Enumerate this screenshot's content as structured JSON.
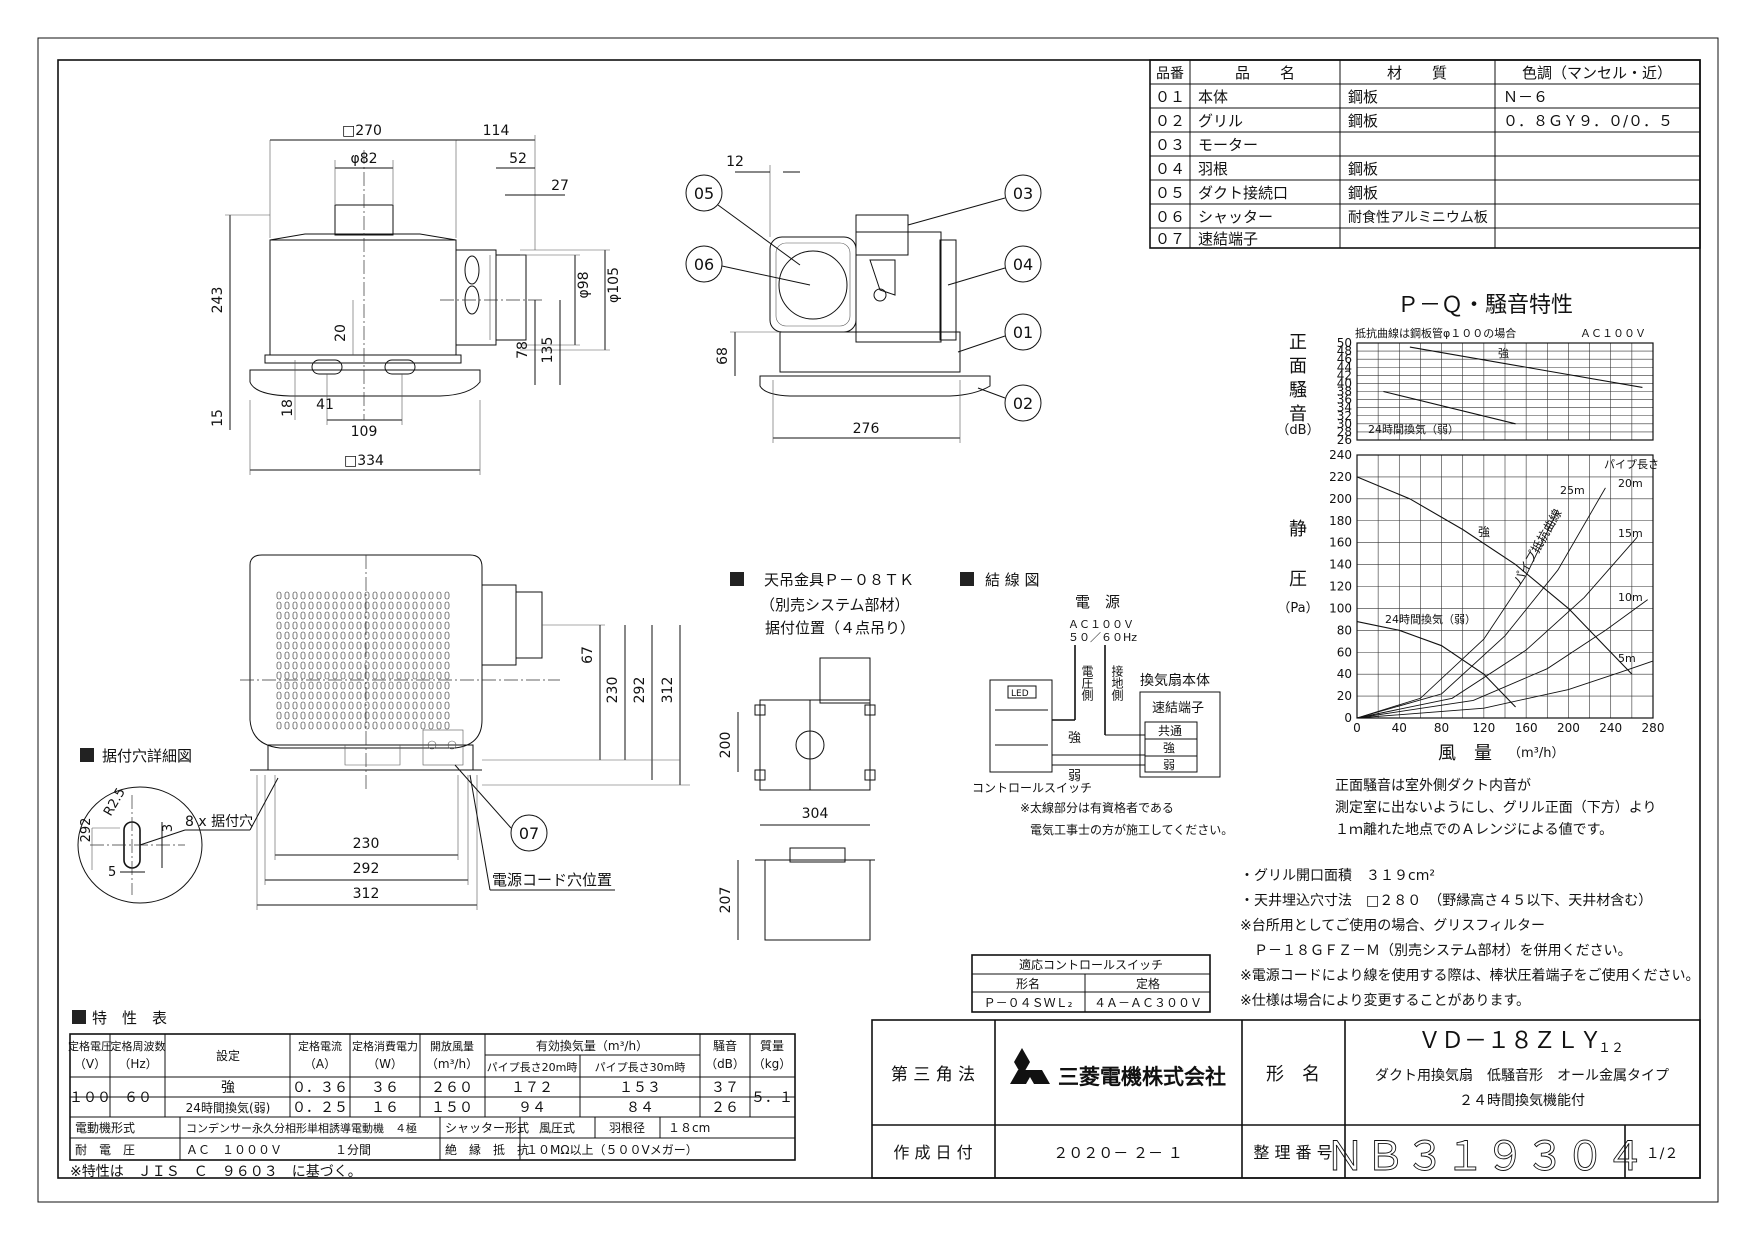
{
  "parts_table": {
    "headers": [
      "品番",
      "品　　名",
      "材　　質",
      "色調（マンセル・近）"
    ],
    "rows": [
      [
        "０１",
        "本体",
        "鋼板",
        "Ｎ－６"
      ],
      [
        "０２",
        "グリル",
        "鋼板",
        "０．８ＧＹ９．０/０．５"
      ],
      [
        "０３",
        "モーター",
        "",
        ""
      ],
      [
        "０４",
        "羽根",
        "鋼板",
        ""
      ],
      [
        "０５",
        "ダクト接続口",
        "鋼板",
        ""
      ],
      [
        "０６",
        "シャッター",
        "耐食性アルミニウム板",
        ""
      ],
      [
        "０７",
        "速結端子",
        "",
        ""
      ]
    ]
  },
  "dims_front": [
    "□270",
    "114",
    "φ82",
    "52",
    "27",
    "243",
    "φ98",
    "φ105",
    "20",
    "78",
    "135",
    "15",
    "18",
    "41",
    "109",
    "□334"
  ],
  "dims_side": [
    "12",
    "68",
    "276"
  ],
  "balloons": [
    "05",
    "06",
    "03",
    "04",
    "01",
    "02",
    "07"
  ],
  "dims_bottom": [
    "67",
    "230",
    "292",
    "312",
    "230",
    "292",
    "312"
  ],
  "detail": {
    "title": "据付穴詳細図",
    "dims": [
      "292",
      "R2.5",
      "3",
      "5"
    ],
    "hole_label": "8 x 据付穴",
    "cord_label": "電源コード穴位置"
  },
  "hanger": {
    "title": "天吊金具Ｐ－０８ＴＫ",
    "sub1": "（別売システム部材）",
    "sub2": "据付位置（４点吊り）",
    "dims": [
      "200",
      "304",
      "207"
    ]
  },
  "wiring": {
    "title": "結 線 図",
    "power": "電　源",
    "voltage": "ＡＣ１００Ｖ",
    "freq": "５０／６０Hz",
    "voltage_side": "電圧側",
    "ground_side": "接地側",
    "unit": "換気扇本体",
    "terminal": "速結端子",
    "terms": [
      "共通",
      "強",
      "弱"
    ],
    "strong": "強",
    "weak": "弱",
    "led": "LED",
    "switch": "コントロールスイッチ",
    "note1": "※太線部分は有資格者である",
    "note2": "電気工事士の方が施工してください。"
  },
  "switch_table": {
    "title": "適応コントロールスイッチ",
    "col1": "形名",
    "col2": "定格",
    "model": "Ｐ－０４ＳＷＬ₂",
    "rating": "４Ａ－ＡＣ３００Ｖ"
  },
  "chart_data": {
    "type": "line",
    "title": "Ｐ－Ｑ・騒音特性",
    "note_top": "抵抗曲線は鋼板管φ１００の場合",
    "note_ac": "ＡＣ１００Ｖ",
    "noise_ylabel": [
      "正",
      "面",
      "騒",
      "音"
    ],
    "noise_unit": "（dB）",
    "noise_ylim": [
      26,
      50
    ],
    "noise_yticks": [
      "50",
      "46",
      "42",
      "38",
      "34",
      "30",
      "26",
      "48",
      "44",
      "40",
      "36",
      "32",
      "28"
    ],
    "pres_ylabel": [
      "静",
      "圧"
    ],
    "pres_unit": "（Pa）",
    "pres_ylim": [
      0,
      240
    ],
    "pres_yticks": [
      "240",
      "220",
      "200",
      "180",
      "160",
      "140",
      "120",
      "100",
      "80",
      "60",
      "40",
      "20",
      "0"
    ],
    "xlim": [
      0,
      280
    ],
    "xticks": [
      "0",
      "40",
      "80",
      "120",
      "160",
      "200",
      "240",
      "280"
    ],
    "xlabel": "風　量",
    "xunit": "（m³/h）",
    "pipe_title": "パイプ長さ",
    "pipe_label": "パイプ抵抗曲線",
    "series": [
      {
        "name": "強",
        "kind": "noise",
        "x": [
          50,
          270
        ],
        "y": [
          49,
          39
        ]
      },
      {
        "name": "24時間換気（弱）",
        "kind": "noise",
        "x": [
          25,
          150
        ],
        "y": [
          38,
          30
        ]
      },
      {
        "name": "強",
        "kind": "pq",
        "x": [
          0,
          50,
          100,
          150,
          200,
          240,
          260
        ],
        "y": [
          220,
          200,
          172,
          140,
          100,
          60,
          40
        ]
      },
      {
        "name": "24時間換気（弱）",
        "kind": "pq",
        "x": [
          0,
          40,
          80,
          120,
          150
        ],
        "y": [
          88,
          80,
          66,
          40,
          10
        ]
      },
      {
        "name": "25m",
        "kind": "pipe",
        "x": [
          0,
          60,
          120,
          160,
          190
        ],
        "y": [
          0,
          18,
          72,
          130,
          190
        ]
      },
      {
        "name": "20m",
        "kind": "pipe",
        "x": [
          0,
          80,
          140,
          190,
          235
        ],
        "y": [
          0,
          22,
          75,
          135,
          210
        ]
      },
      {
        "name": "15m",
        "kind": "pipe",
        "x": [
          0,
          90,
          160,
          215,
          265
        ],
        "y": [
          0,
          18,
          62,
          110,
          165
        ]
      },
      {
        "name": "10m",
        "kind": "pipe",
        "x": [
          0,
          110,
          180,
          235,
          275
        ],
        "y": [
          0,
          16,
          45,
          80,
          108
        ]
      },
      {
        "name": "5m",
        "kind": "pipe",
        "x": [
          0,
          120,
          200,
          250,
          280
        ],
        "y": [
          0,
          9,
          26,
          42,
          52
        ]
      }
    ]
  },
  "chart_labels": {
    "s_strong": "強",
    "s_weak": "24時間換気（弱）",
    "n_strong": "強",
    "n_weak": "24時間換気（弱）",
    "p25": "25m",
    "p20": "20m",
    "p15": "15m",
    "p10": "10m",
    "p5": "5m"
  },
  "chart_note": [
    "正面騒音は室外側ダクト内音が",
    "測定室に出ないようにし、グリル正面（下方）より",
    "１ｍ離れた地点でのＡレンジによる値です。"
  ],
  "notes": [
    "・グリル開口面積　３１９cm²",
    "・天井埋込穴寸法　□２８０　（野縁高さ４５以下、天井材含む）",
    "※台所用としてご使用の場合、グリスフィルター",
    "　Ｐ－１８ＧＦＺ－Ｍ（別売システム部材）を併用ください。",
    "※電源コードにより線を使用する際は、棒状圧着端子をご使用ください。",
    "※仕様は場合により変更することがあります。"
  ],
  "spec": {
    "title": "特　性　表",
    "h_volt": [
      "定格電圧",
      "（V）"
    ],
    "h_freq": [
      "定格周波数",
      "（Hz）"
    ],
    "h_set": "設定",
    "h_cur": [
      "定格電流",
      "（A）"
    ],
    "h_pow": [
      "定格消費電力",
      "（W）"
    ],
    "h_open": [
      "開放風量",
      "（m³/h）"
    ],
    "h_eff": "有効換気量（m³/h）",
    "h_p20": "パイプ長さ20m時",
    "h_p30": "パイプ長さ30m時",
    "h_noise": [
      "騒音",
      "（dB）"
    ],
    "h_mass": [
      "質量",
      "（kg）"
    ],
    "volt": "１００",
    "freq": "６０",
    "mass": "５．１",
    "rows": [
      {
        "set": "強",
        "cur": "０．３６",
        "pow": "３６",
        "open": "２６０",
        "p20": "１７２",
        "p30": "１５３",
        "noise": "３７"
      },
      {
        "set": "24時間換気(弱)",
        "cur": "０．２５",
        "pow": "１６",
        "open": "１５０",
        "p20": "９４",
        "p30": "８４",
        "noise": "２６"
      }
    ],
    "motor_label": "電動機形式",
    "motor": "コンデンサー永久分相形単相誘導電動機　４極",
    "shutter_label": "シャッター形式",
    "shutter": "風圧式",
    "blade_label": "羽根径",
    "blade": "１８cm",
    "withstand_label": "耐　電　圧",
    "withstand": "ＡＣ　１０００Ｖ",
    "withstand_time": "１分間",
    "ins_label": "絶　縁　抵　抗",
    "ins": "１０MΩ以上（５００Vメガー）",
    "footnote": "※特性は　ＪＩＳ　Ｃ　９６０３　に基づく。"
  },
  "title_block": {
    "projection": "第 三 角 法",
    "company": "三菱電機株式会社",
    "model_label": "形　名",
    "model": "ＶＤ－１８ＺＬＹ",
    "model_suffix": "１２",
    "desc1": "ダクト用換気扇　低騒音形　オール金属タイプ",
    "desc2": "２４時間換気機能付",
    "date_label": "作 成 日 付",
    "date": "２０２０－ ２－ １",
    "number_label": "整 理 番 号",
    "number": "ＮＢ３１９３０４",
    "sheet": "１/２"
  }
}
